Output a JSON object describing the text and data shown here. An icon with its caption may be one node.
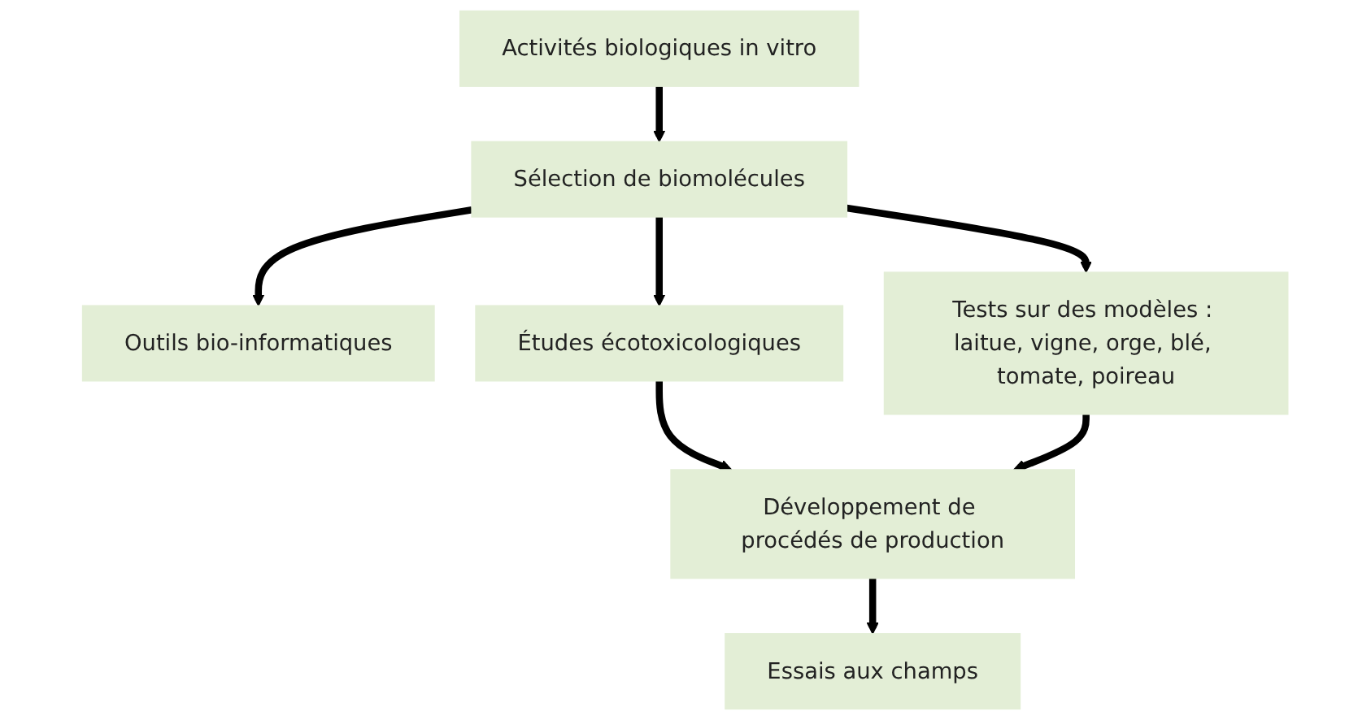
{
  "diagram": {
    "nodes": [
      {
        "text": [
          "Activités biologiques in vitro"
        ]
      },
      {
        "text": [
          "Sélection de biomolécules"
        ]
      },
      {
        "text": [
          "Outils bio-informatiques"
        ]
      },
      {
        "text": [
          "Études écotoxicologiques"
        ]
      },
      {
        "text": [
          "Tests sur des modèles : laitue, vigne, orge, blé, tomate, poireau"
        ]
      },
      {
        "text": [
          "Développement de procédés de production"
        ]
      },
      {
        "text": [
          "Essais aux champs"
        ]
      }
    ],
    "edges": [
      {
        "from": 0,
        "to": 1,
        "arrow": "to"
      },
      {
        "from": 1,
        "to": 2,
        "arrow": "to"
      },
      {
        "from": 1,
        "to": 3,
        "arrow": "to"
      },
      {
        "from": 1,
        "to": 4,
        "arrow": "to"
      },
      {
        "from": 3,
        "to": 5,
        "arrow": "to"
      },
      {
        "from": 4,
        "to": 5,
        "arrow": "to"
      },
      {
        "from": 5,
        "to": 6,
        "arrow": "to"
      }
    ]
  }
}
